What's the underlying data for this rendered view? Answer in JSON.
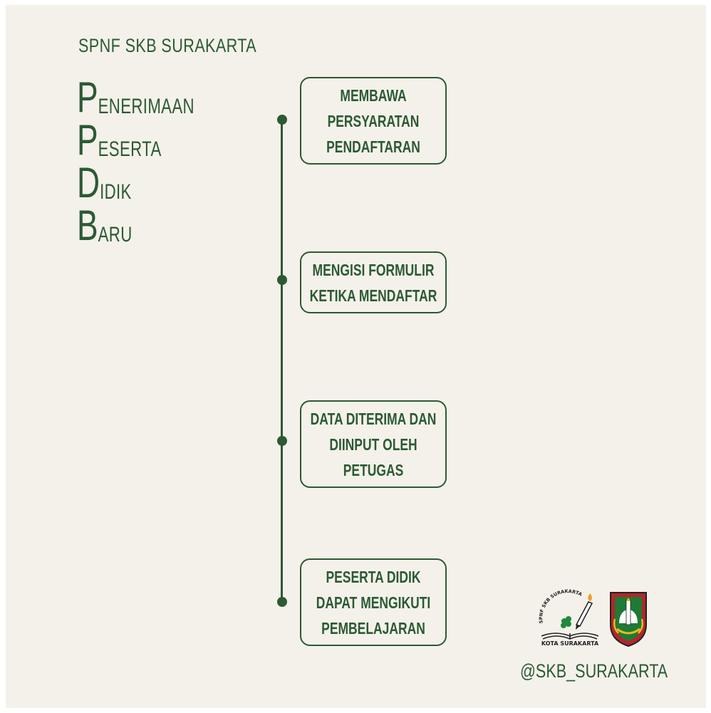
{
  "header": {
    "brand": "SPNF SKB SURAKARTA"
  },
  "acronym": [
    {
      "initial": "P",
      "rest": "ENERIMAAN"
    },
    {
      "initial": "P",
      "rest": "ESERTA"
    },
    {
      "initial": "D",
      "rest": "IDIK"
    },
    {
      "initial": "B",
      "rest": "ARU"
    }
  ],
  "steps": [
    {
      "label": "MEMBAWA\nPERSYARATAN\nPENDAFTARAN"
    },
    {
      "label": "MENGISI FORMULIR\nKETIKA MENDAFTAR"
    },
    {
      "label": "DATA DITERIMA DAN\nDIINPUT OLEH\nPETUGAS"
    },
    {
      "label": "PESERTA DIDIK\nDAPAT MENGIKUTI\nPEMBELAJARAN"
    }
  ],
  "logos": {
    "skb_arc_text": "SPNF SKB SURAKARTA",
    "skb_bottom_text": "KOTA SURAKARTA"
  },
  "footer": {
    "handle": "@SKB_SURAKARTA"
  },
  "colors": {
    "background": "#f4f1ea",
    "accent": "#2b5a34",
    "emblem_red": "#b3262b"
  }
}
